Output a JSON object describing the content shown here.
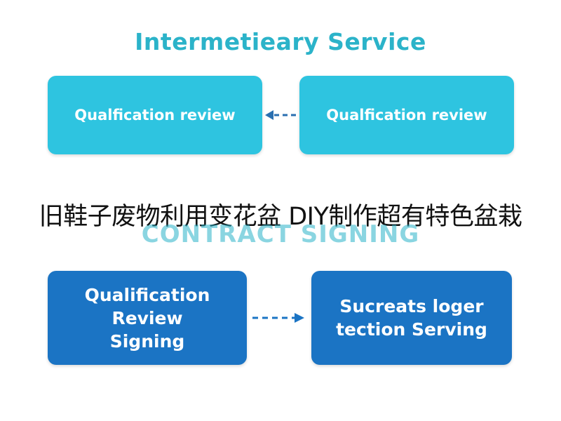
{
  "title": "Intermetieary Service",
  "section_label": "CONTRACT SIGNING",
  "overlay_caption": "旧鞋子废物利用变花盆 DIY制作超有特色盆栽",
  "top_row": {
    "left_box": "Qualfication review",
    "right_box": "Qualfication review",
    "arrow_direction": "right-to-left"
  },
  "bottom_row": {
    "left_box": "Qualification\nReview\nSigning",
    "right_box": "Sucreats loger\ntection Serving",
    "arrow_direction": "left-to-right"
  },
  "colors": {
    "title": "#2bb3c9",
    "top_box": "#2ec4e0",
    "top_arrow": "#2a6fb0",
    "bottom_box": "#1b74c4",
    "bottom_arrow": "#1b74c4",
    "section_label": "#2bb3c9"
  }
}
